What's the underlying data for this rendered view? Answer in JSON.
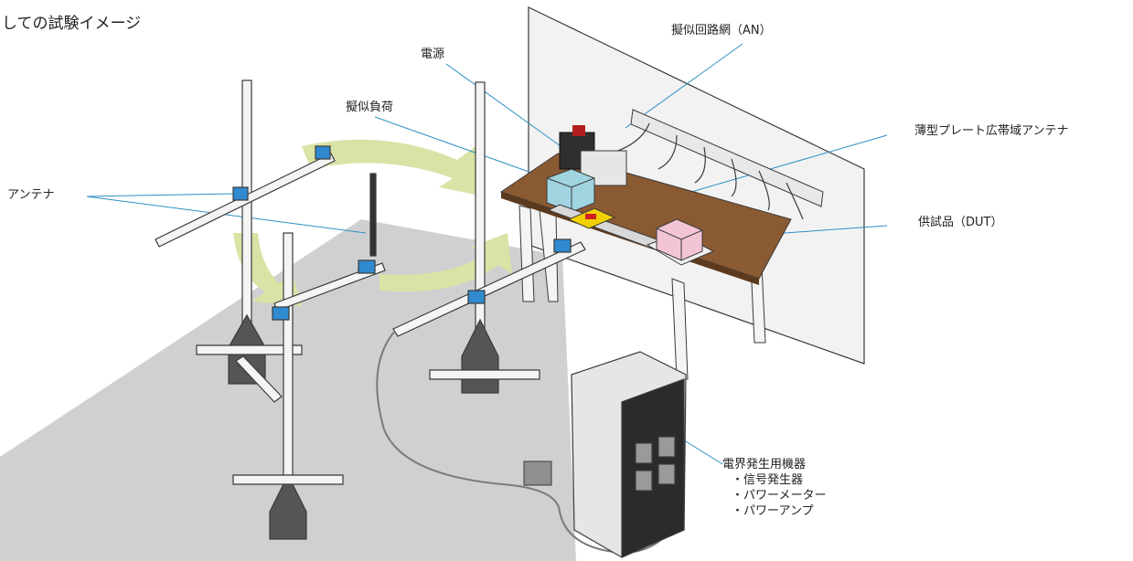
{
  "title": "しての試験イメージ",
  "labels": {
    "an": "擬似回路網（AN）",
    "power": "電源",
    "dummy_load": "擬似負荷",
    "plate_antenna": "薄型プレート広帯域アンテナ",
    "antenna": "アンテナ",
    "dut": "供試品（DUT）"
  },
  "equipment": {
    "heading": "電界発生用機器",
    "items": [
      "・信号発生器",
      "・パワーメーター",
      "・パワーアンプ"
    ]
  },
  "colors": {
    "leader_line": "#2f8fc4",
    "arrow_fill": "#d9e3a6",
    "floor": "#cfd0d1",
    "table_top": "#8a5a32",
    "dut_box": "#f2c4d6",
    "load_box": "#9fd4e0",
    "clamp": "#2f8ad0",
    "plate": "#f0d000"
  }
}
